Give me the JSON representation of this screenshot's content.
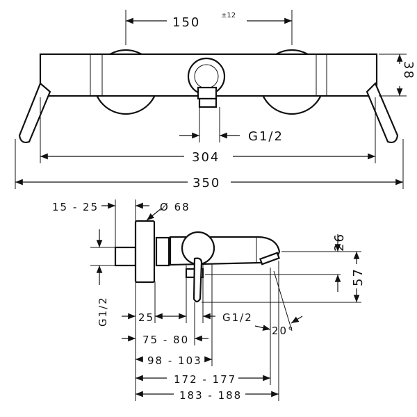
{
  "drawing": {
    "front_view": {
      "center_distance": "150",
      "center_tolerance": "±12",
      "height": "38",
      "outlet_thread": "G1/2",
      "body_length": "304",
      "overall_length": "350"
    },
    "side_view": {
      "wall_offset": "15 - 25",
      "rosette_diameter": "Ø 68",
      "inlet_thread": "G1/2",
      "rosette_depth": "25",
      "lever_distance": "75 - 80",
      "outlet_distance": "98 - 103",
      "spout_projection": "172 - 177",
      "overall_projection": "183 - 188",
      "spout_height": "26",
      "lever_height": "57",
      "outlet_thread": "G1/2",
      "spout_angle": "20°"
    }
  }
}
